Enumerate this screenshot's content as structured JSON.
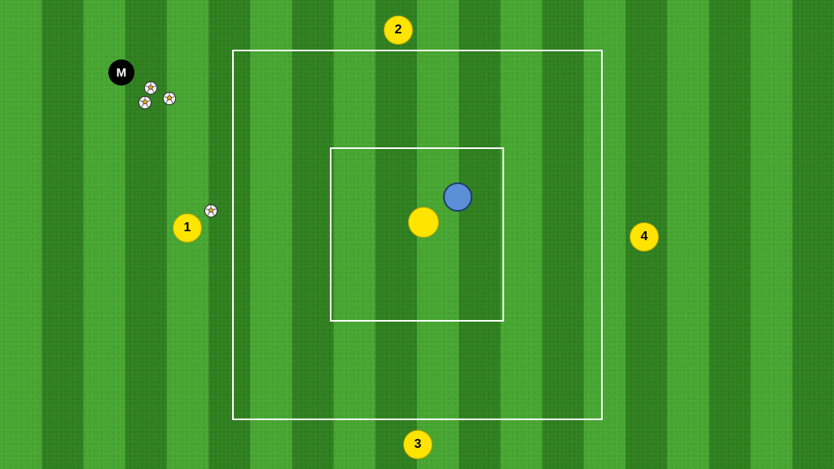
{
  "diagram": {
    "colors": {
      "grass_light": "#47a631",
      "grass_dark": "#2f7f1f",
      "lines": "#ffffff",
      "attacker": "#ffe400",
      "defender": "#5b8fd6",
      "coach": "#000000"
    },
    "markers": [
      {
        "label": "1"
      },
      {
        "label": "2"
      },
      {
        "label": "3"
      },
      {
        "label": "4"
      }
    ],
    "coach": {
      "label": "M"
    },
    "balls_count": 4
  }
}
